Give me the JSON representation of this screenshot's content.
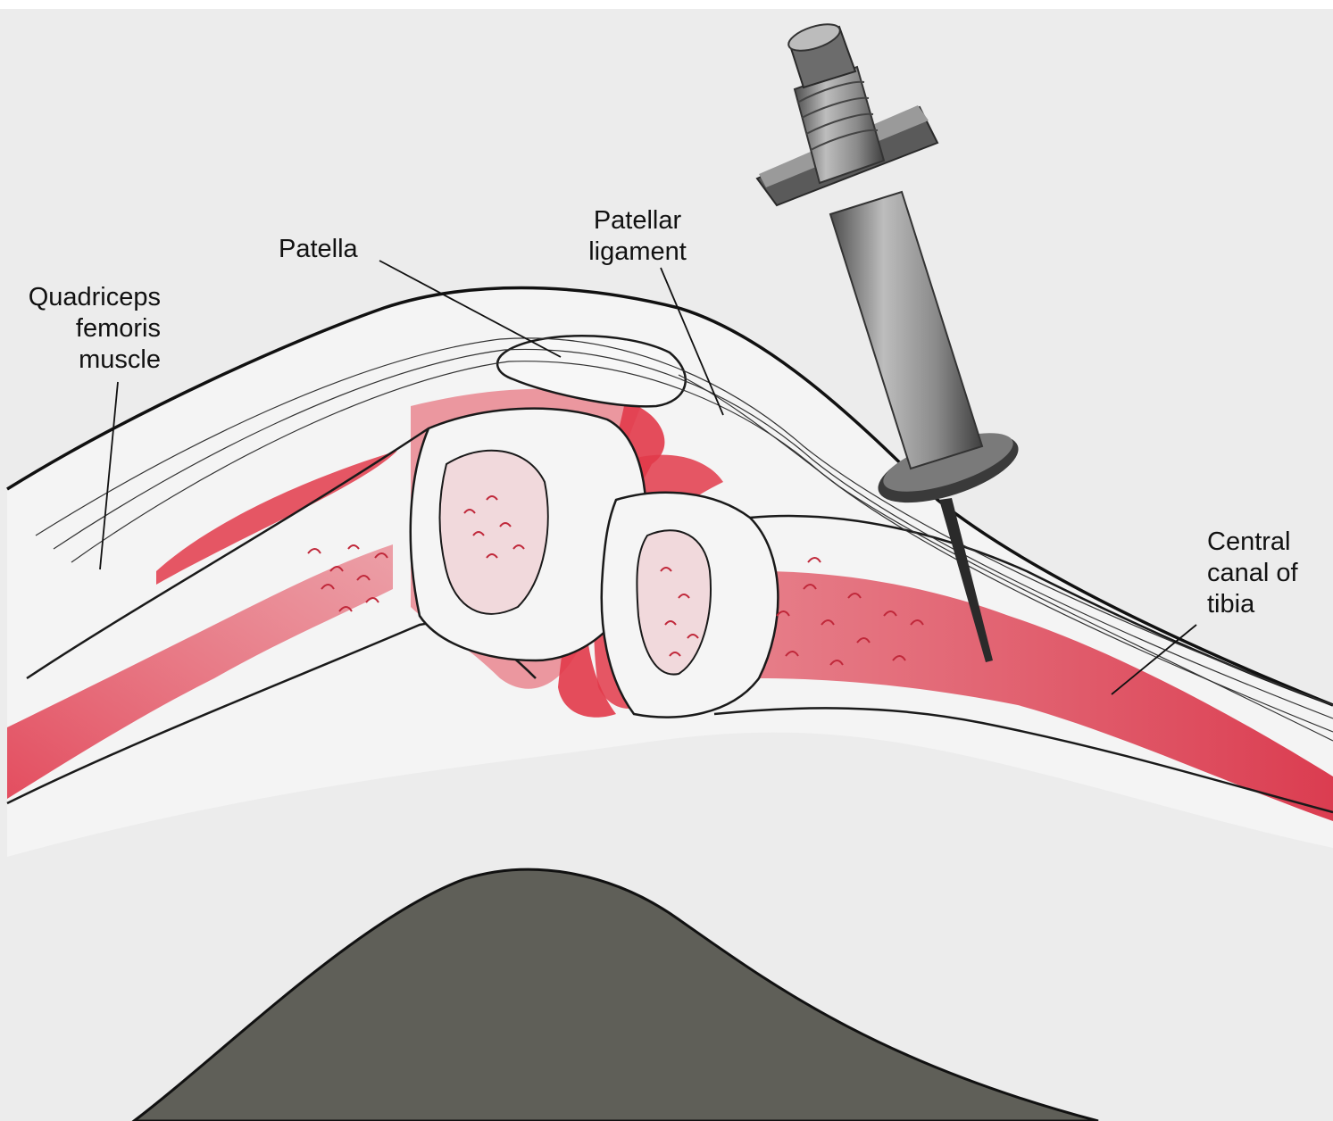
{
  "labels": {
    "quadriceps": [
      "Quadriceps",
      "femoris",
      "muscle"
    ],
    "patella": "Patella",
    "patellar_ligament": [
      "Patellar",
      "ligament"
    ],
    "central_canal": [
      "Central",
      "canal of",
      "tibia"
    ]
  },
  "colors": {
    "background": "#ececec",
    "marrow_red": "#e23a4a",
    "outline": "#1a1a1a",
    "table_support": "#5f5f58",
    "syringe_gray": "#8a8a8a"
  }
}
